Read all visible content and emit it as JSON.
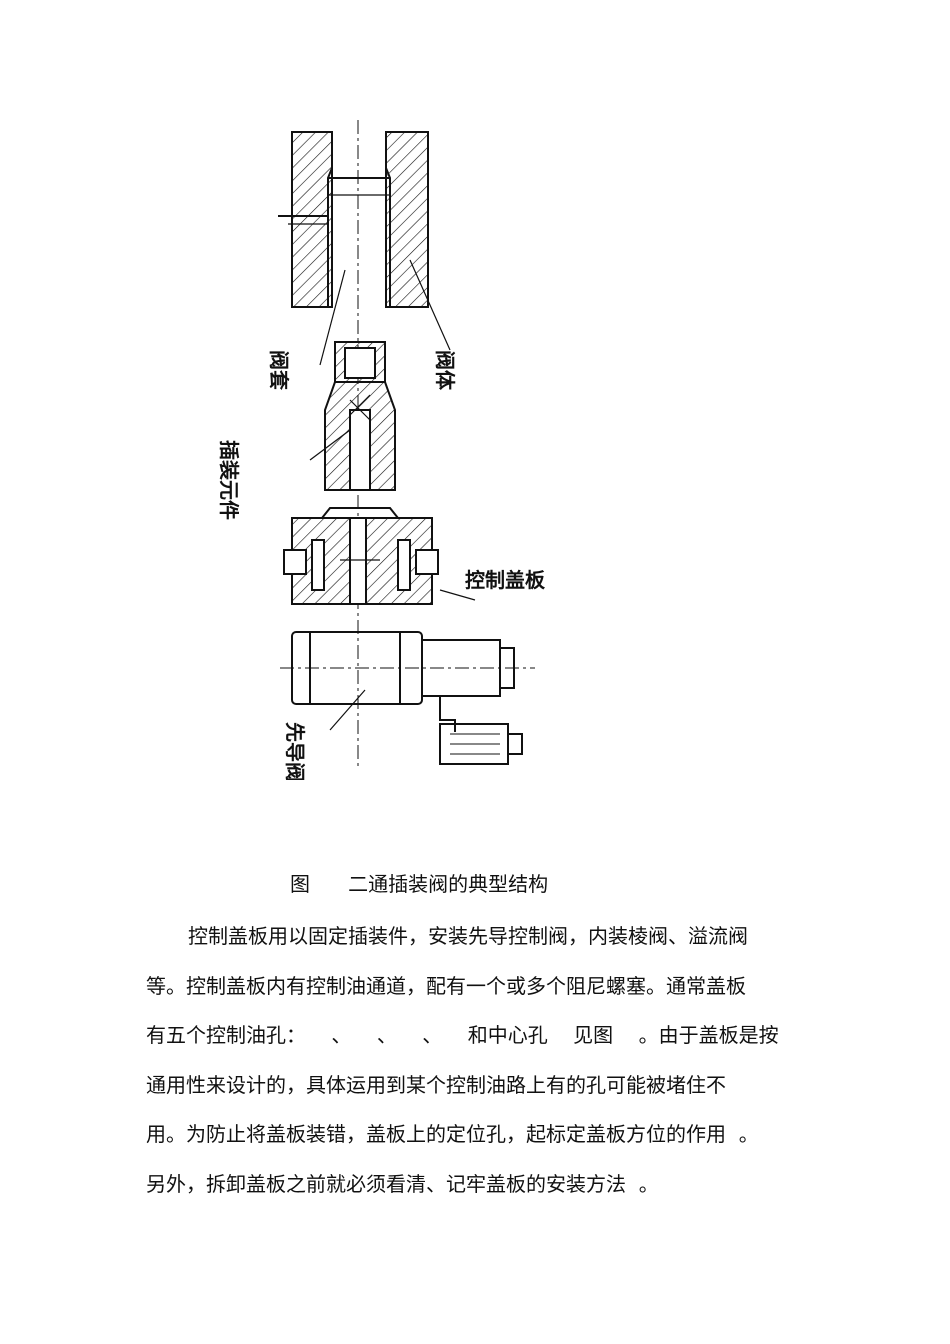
{
  "figure": {
    "labels": {
      "valve_sleeve": "阀套",
      "valve_body": "阀体",
      "cartridge_element": "插装元件",
      "control_cover": "控制盖板",
      "pilot_valve": "先导阀"
    }
  },
  "caption": {
    "text": "图      二通插装阀的典型结构"
  },
  "paragraph": {
    "lines": [
      "控制盖板用以固定插装件，安装先导控制阀，内装棱阀、溢流阀",
      "等。控制盖板内有控制油通道，配有一个或多个阻尼螺塞。通常盖板",
      "有五个控制油孔：    、    、    、    和中心孔    见图    。由于盖板是按",
      "通用性来设计的，具体运用到某个控制油路上有的孔可能被堵住不",
      "用。为防止将盖板装错，盖板上的定位孔，起标定盖板方位的作用  。",
      "另外，拆卸盖板之前就必须看清、记牢盖板的安装方法  。"
    ]
  }
}
